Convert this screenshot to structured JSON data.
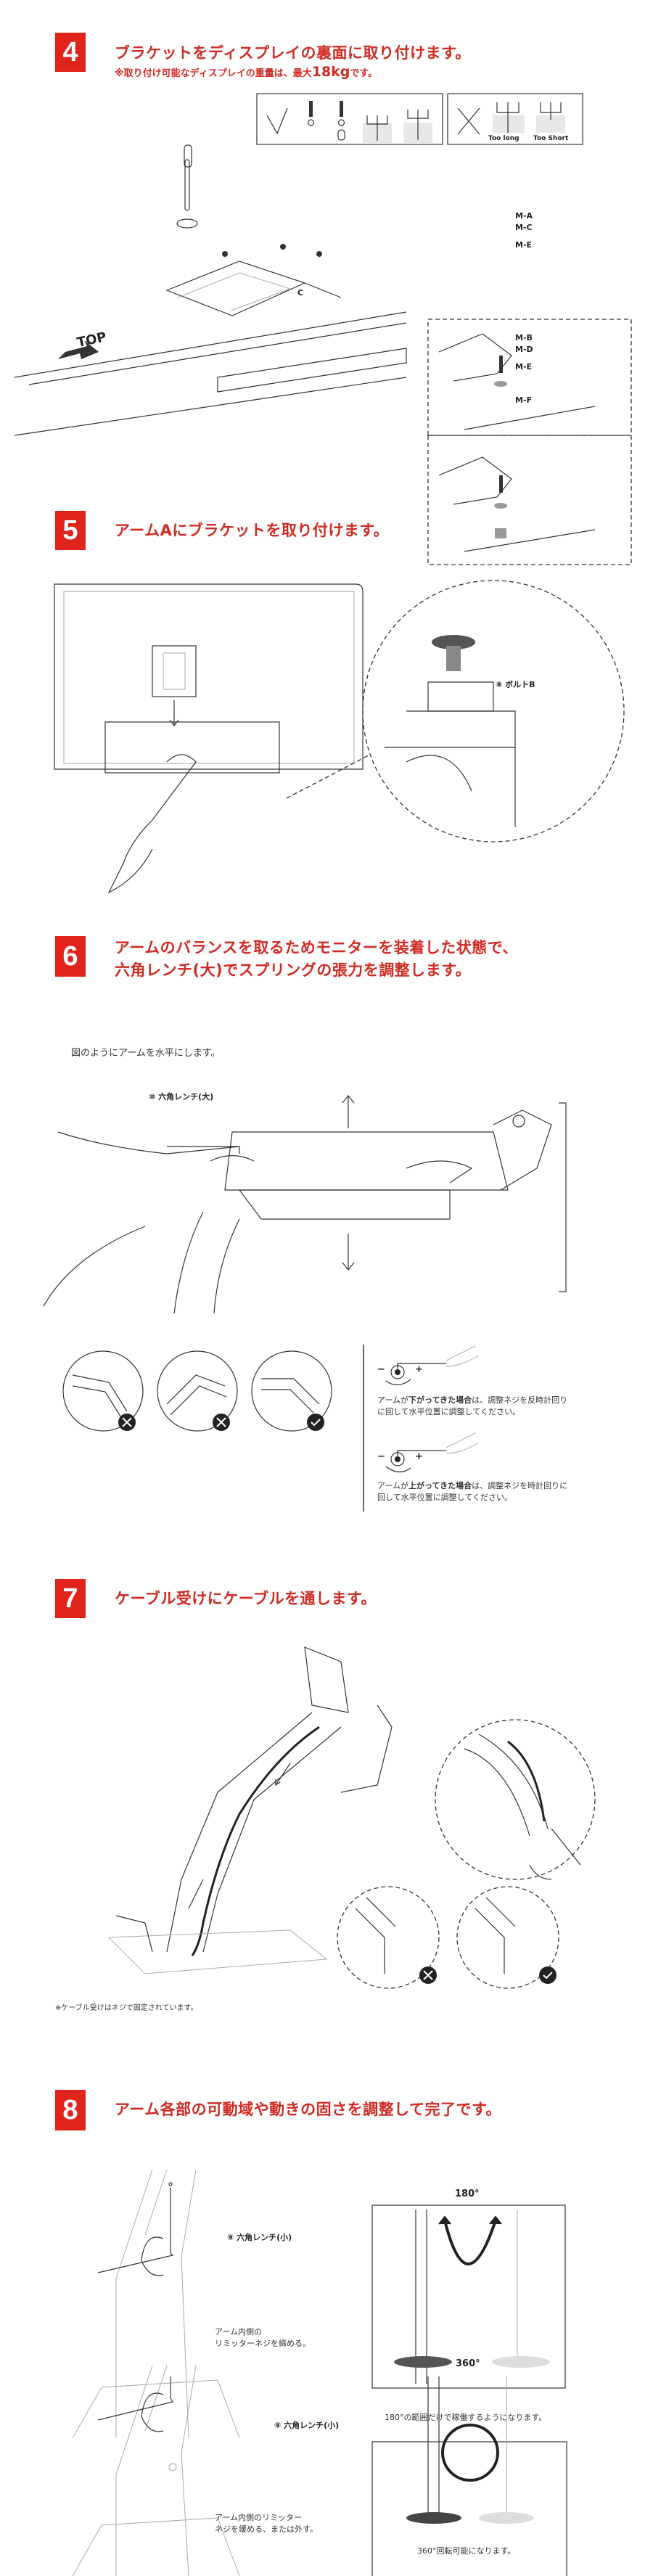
{
  "colors": {
    "badge": "#e0241b",
    "title": "#d12a22"
  },
  "step4": {
    "number": "4",
    "title": "ブラケットをディスプレイの裏面に取り付けます。",
    "note_prefix": "※取り付け可能なディスプレイの重量は、最大",
    "note_weight": "18kg",
    "note_suffix": "です。",
    "too_long": "Too long",
    "too_short": "Too Short",
    "top_label": "TOP",
    "bracket_label": "C",
    "detail1": [
      "M-A",
      "M-C",
      "M-E"
    ],
    "detail2": [
      "M-B",
      "M-D",
      "M-E",
      "M-F"
    ]
  },
  "step5": {
    "number": "5",
    "title": "アームAにブラケットを取り付けます。",
    "bolt_label": "⑧ ボルトB"
  },
  "step6": {
    "number": "6",
    "title_line1": "アームのバランスを取るためモニターを装着した状態で、",
    "title_line2": "六角レンチ(大)でスプリングの張力を調整します。",
    "instruction": "図のようにアームを水平にします。",
    "wrench_label": "⑩ 六角レンチ(大)",
    "down_prefix": "アームが",
    "down_bold": "下がってきた場合",
    "down_rest": "は、調整ネジを反時計回りに回して水平位置に調整してください。",
    "up_prefix": "アームが",
    "up_bold": "上がってきた場合",
    "up_rest": "は、調整ネジを時計回りに回して水平位置に調整してください。",
    "minus": "−",
    "plus": "+"
  },
  "step7": {
    "number": "7",
    "title": "ケーブル受けにケーブルを通します。",
    "note": "※ケーブル受けはネジで固定されています。"
  },
  "step8": {
    "number": "8",
    "title": "アーム各部の可動域や動きの固さを調整して完了です。",
    "wrench_label": "⑨ 六角レンチ(小)",
    "tighten_line1": "アーム内側の",
    "tighten_line2": "リミッターネジを締める。",
    "angle180": "180°",
    "caption180": "180°の範囲だけで稼働するようになります。",
    "loosen_line1": "アーム内側のリミッター",
    "loosen_line2": "ネジを緩める、または外す。",
    "angle360": "360°",
    "caption360": "360°回転可能になります。"
  }
}
